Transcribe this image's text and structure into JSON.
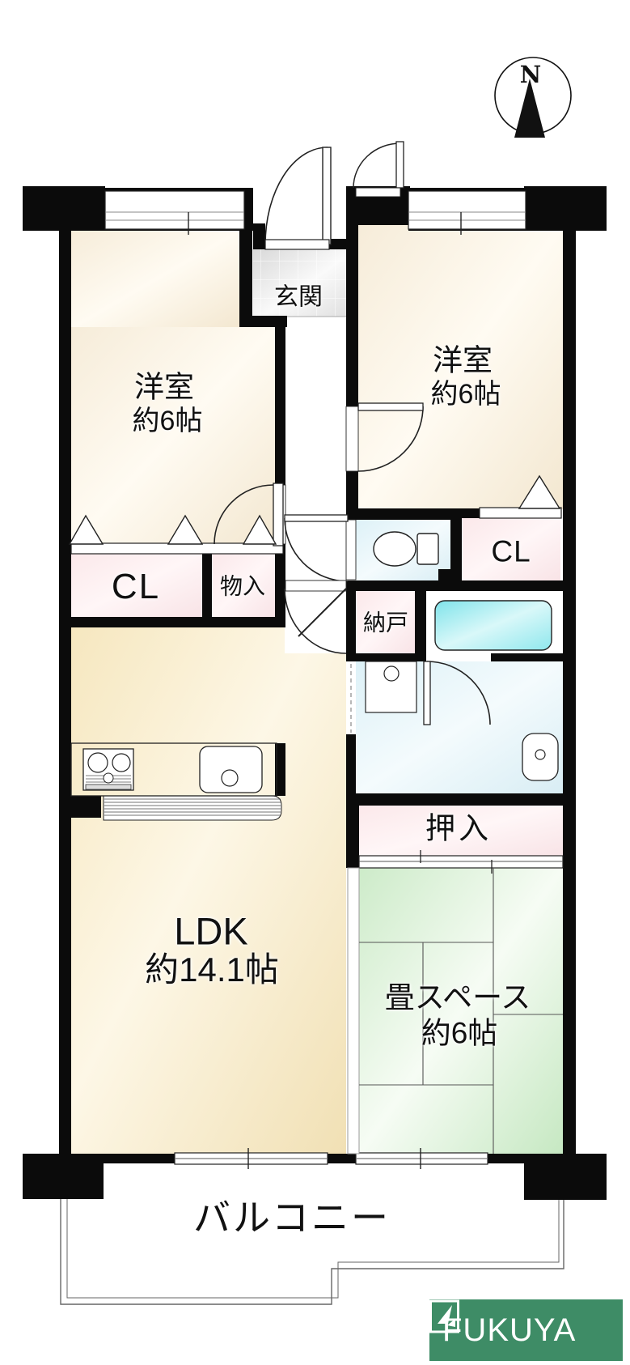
{
  "compass": {
    "label": "N"
  },
  "rooms": {
    "entrance": {
      "label": "玄関"
    },
    "western_left": {
      "label": "洋室",
      "size": "約6帖"
    },
    "western_right": {
      "label": "洋室",
      "size": "約6帖"
    },
    "closet_left": {
      "label": "CL"
    },
    "storage_small": {
      "label": "物入"
    },
    "closet_right": {
      "label": "CL"
    },
    "storage_room": {
      "label": "納戸"
    },
    "oshiire": {
      "label": "押入"
    },
    "ldk": {
      "label": "LDK",
      "size": "約14.1帖"
    },
    "tatami": {
      "label": "畳スペース",
      "size": "約6帖"
    },
    "balcony": {
      "label": "バルコニー"
    }
  },
  "branding": {
    "company": "FUKUYA",
    "logo_bg": "#3e8c66"
  },
  "colors": {
    "wall": "#0b0b0b",
    "room_cream": "#f8eedb",
    "room_ldk": "#f6e7bf",
    "room_pink": "#fbe8ea",
    "room_blue": "#ddf1f7",
    "room_green": "#cdebc9",
    "bathtub": "#7fe3ea",
    "logo_green": "#3e8c66"
  }
}
